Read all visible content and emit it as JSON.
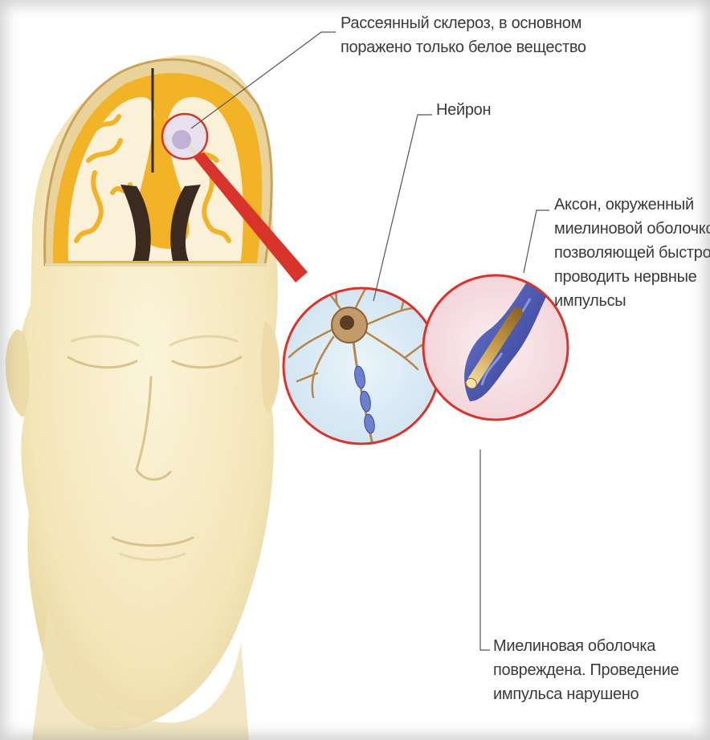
{
  "labels": {
    "multiple_sclerosis": [
      "Рассеянный склероз, в основном",
      "поражено только белое вещество"
    ],
    "neuron": [
      "Нейрон"
    ],
    "axon": [
      "Аксон, окруженный",
      "миелиновой оболочкой,",
      "позволяющей быстро",
      "проводить нервные",
      "импульсы"
    ],
    "myelin_damaged": [
      "Миелиновая оболочка",
      "повреждена. Проведение",
      "импульса нарушено"
    ]
  },
  "colors": {
    "face": "#f7ecc4",
    "skin_shadow": "#e8d9a8",
    "brain_cortex": "#f3b326",
    "white_matter": "#fbf1d8",
    "skull": "#e9d5a0",
    "highlight_ring": "#d9342b",
    "neuron_bg": "#dcecf6",
    "axon_bg": "#f8e2e6",
    "myelin": "#4a58b0",
    "axon_core": "#d8b463",
    "leader_line": "#555555"
  }
}
